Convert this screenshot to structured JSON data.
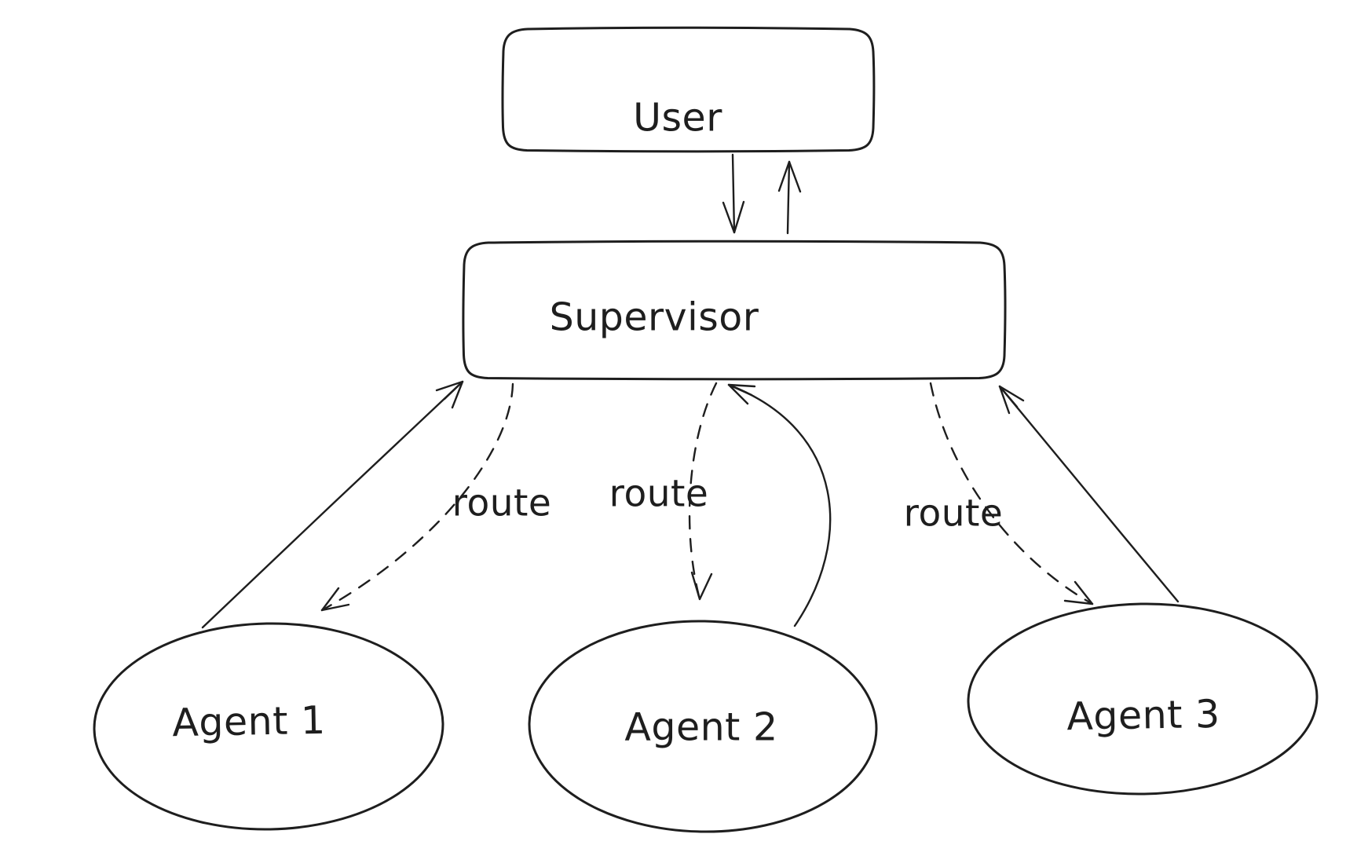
{
  "canvas": {
    "background_color": "#ffffff",
    "stroke_color": "#1e1e1e",
    "description": "Hand-drawn multi-agent supervisor architecture diagram"
  },
  "nodes": {
    "user": {
      "label": "User",
      "shape": "rounded-rectangle"
    },
    "supervisor": {
      "label": "Supervisor",
      "shape": "rounded-rectangle"
    },
    "agent1": {
      "label": "Agent 1",
      "shape": "ellipse"
    },
    "agent2": {
      "label": "Agent 2",
      "shape": "ellipse"
    },
    "agent3": {
      "label": "Agent 3",
      "shape": "ellipse"
    }
  },
  "edges": {
    "user_to_supervisor": {
      "from": "user",
      "to": "supervisor",
      "style": "solid",
      "label": ""
    },
    "supervisor_to_user": {
      "from": "supervisor",
      "to": "user",
      "style": "solid",
      "label": ""
    },
    "agent1_to_supervisor": {
      "from": "agent1",
      "to": "supervisor",
      "style": "solid",
      "label": ""
    },
    "agent2_to_supervisor": {
      "from": "agent2",
      "to": "supervisor",
      "style": "solid",
      "label": ""
    },
    "agent3_to_supervisor": {
      "from": "agent3",
      "to": "supervisor",
      "style": "solid",
      "label": ""
    },
    "supervisor_to_agent1": {
      "from": "supervisor",
      "to": "agent1",
      "style": "dashed",
      "label": "route"
    },
    "supervisor_to_agent2": {
      "from": "supervisor",
      "to": "agent2",
      "style": "dashed",
      "label": "route"
    },
    "supervisor_to_agent3": {
      "from": "supervisor",
      "to": "agent3",
      "style": "dashed",
      "label": "route"
    }
  }
}
